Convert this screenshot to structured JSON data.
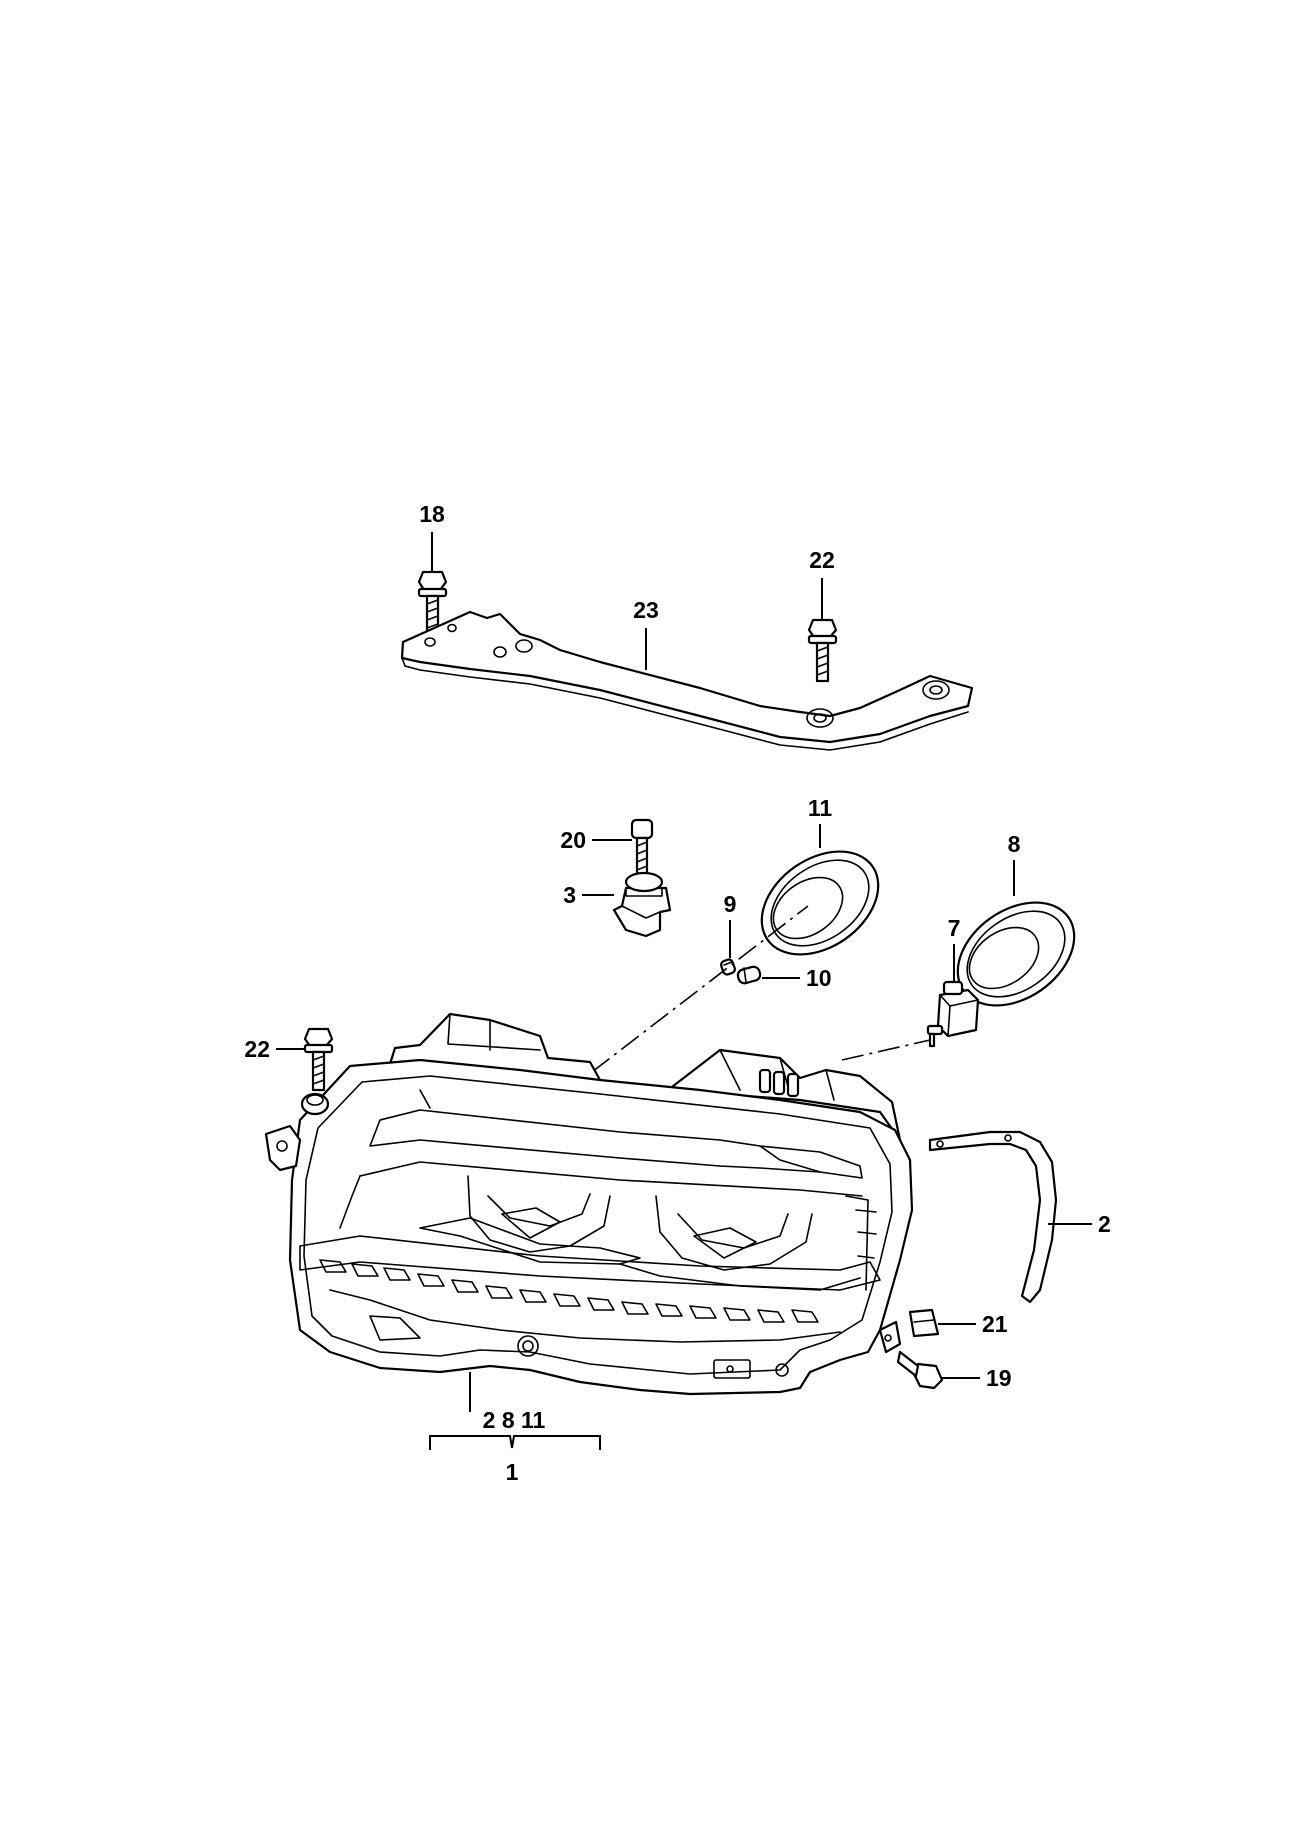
{
  "diagram": {
    "callouts": {
      "c18": "18",
      "c22_top": "22",
      "c23": "23",
      "c11": "11",
      "c8": "8",
      "c20": "20",
      "c3": "3",
      "c9": "9",
      "c10": "10",
      "c7": "7",
      "c22_left": "22",
      "c2": "2",
      "c21": "21",
      "c19": "19",
      "c_group": "2 8 11",
      "c1": "1"
    }
  }
}
